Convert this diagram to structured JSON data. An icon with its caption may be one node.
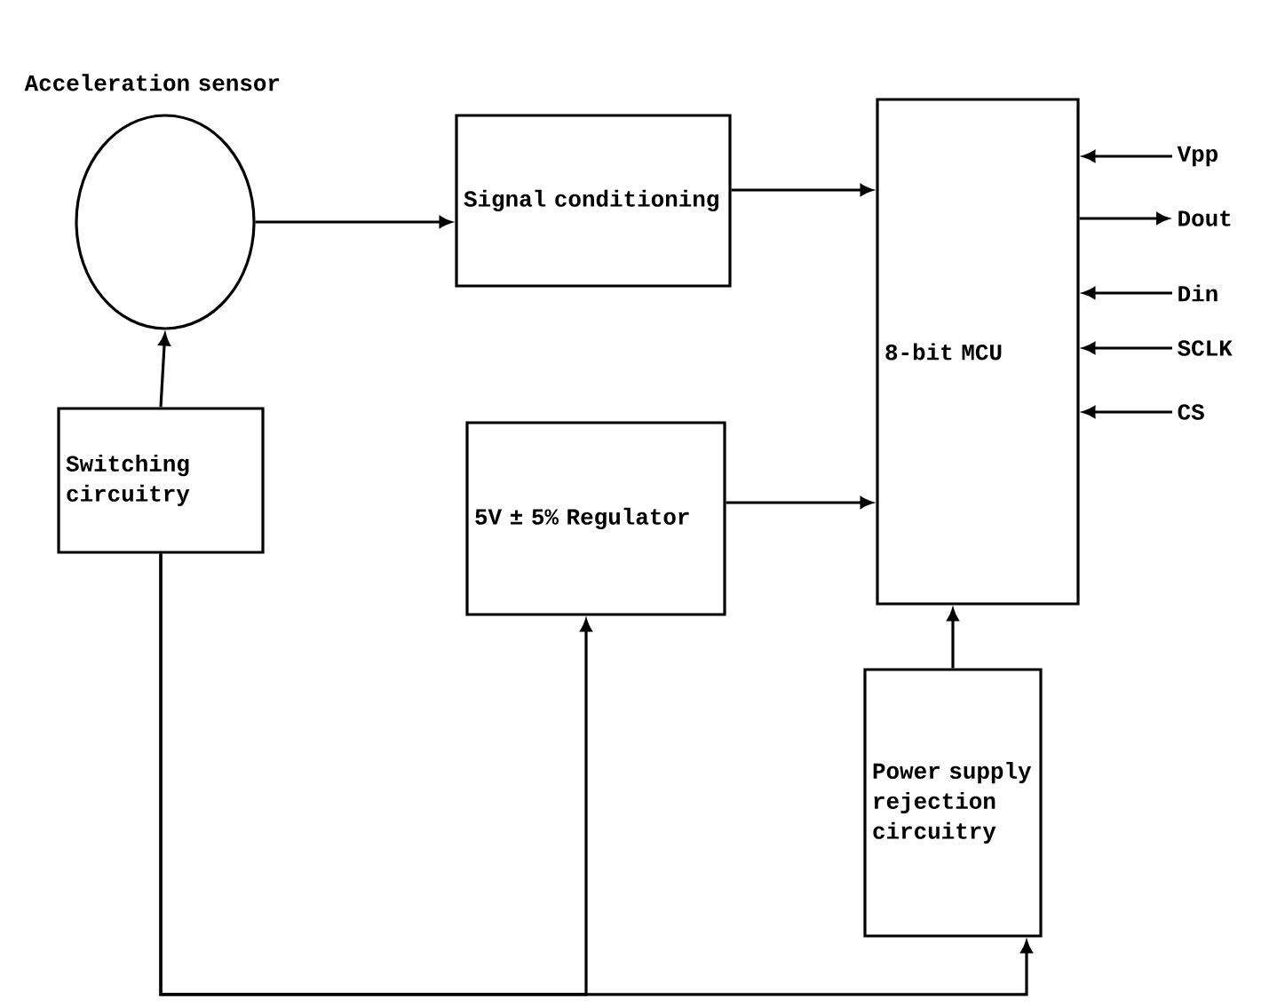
{
  "diagram": {
    "nodes": [
      {
        "text": [
          "Acceleration sensor"
        ]
      },
      {
        "text": [
          "Signal conditioning"
        ]
      },
      {
        "text": [
          "8-bit MCU"
        ]
      },
      {
        "text": [
          "Switching circuitry"
        ]
      },
      {
        "text": [
          "5V ± 5% Regulator"
        ]
      },
      {
        "text": [
          "Power supply rejection circuitry"
        ]
      },
      {
        "text": [
          "Vpp"
        ]
      },
      {
        "text": [
          "Dout"
        ]
      },
      {
        "text": [
          "Din"
        ]
      },
      {
        "text": [
          "SCLK"
        ]
      },
      {
        "text": [
          "CS"
        ]
      }
    ],
    "edges": [
      {
        "from": 3,
        "to": 0,
        "arrow": "to"
      },
      {
        "from": 0,
        "to": 1,
        "arrow": "to"
      },
      {
        "from": 1,
        "to": 2,
        "arrow": "to"
      },
      {
        "from": 4,
        "to": 2,
        "arrow": "to"
      },
      {
        "from": 5,
        "to": 2,
        "arrow": "to"
      },
      {
        "from": 6,
        "to": 2,
        "arrow": "to"
      },
      {
        "from": 2,
        "to": 7,
        "arrow": "to"
      },
      {
        "from": 8,
        "to": 2,
        "arrow": "to"
      },
      {
        "from": 9,
        "to": 2,
        "arrow": "to"
      },
      {
        "from": 10,
        "to": 2,
        "arrow": "to"
      },
      {
        "from": 3,
        "to": 4,
        "arrow": "to"
      },
      {
        "from": 3,
        "to": 5,
        "arrow": "to"
      }
    ]
  }
}
